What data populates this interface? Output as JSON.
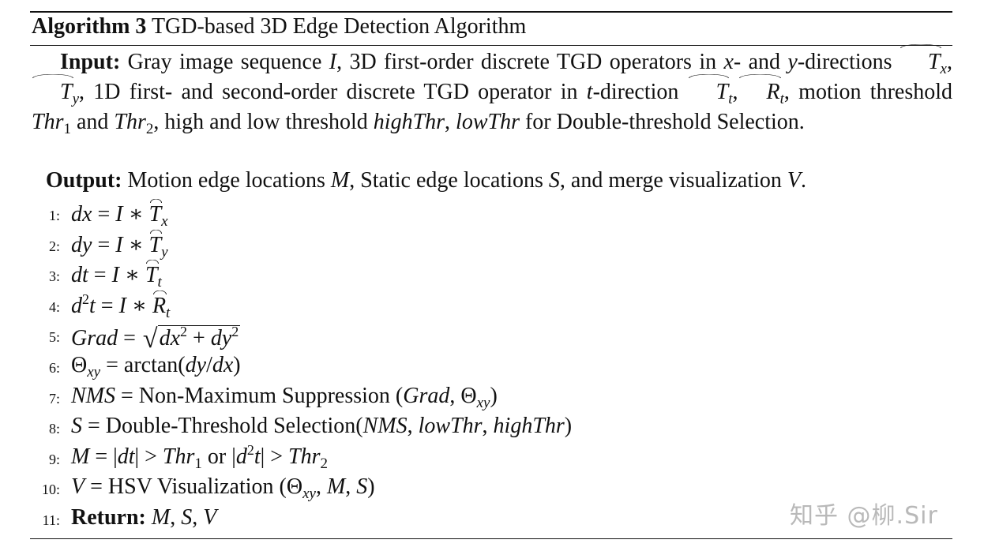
{
  "algorithm": {
    "label": "Algorithm 3",
    "title": "TGD-based 3D Edge Detection Algorithm"
  },
  "input": {
    "label": "Input:",
    "text_1": "Gray image sequence ",
    "I": "I",
    "text_2": ", 3D first-order discrete TGD operators in ",
    "x": "x",
    "text_3": "- and ",
    "y": "y",
    "text_4": "-directions ",
    "Tx": "T",
    "Tx_sub": "x",
    "Ty": "T",
    "Ty_sub": "y",
    "text_5": ", 1D first- and second-order discrete TGD operator in ",
    "t": "t",
    "text_6": "-direction ",
    "Tt": "T",
    "Tt_sub": "t",
    "Rt": "R",
    "Rt_sub": "t",
    "text_7": ", motion threshold ",
    "thr1": "Thr",
    "thr1_sub": "1",
    "text_8": " and ",
    "thr2": "Thr",
    "thr2_sub": "2",
    "text_9": ", high and low threshold ",
    "high": "highThr",
    "low": "lowThr",
    "text_10": " for Double-threshold Selection."
  },
  "output": {
    "label": "Output:",
    "text_1": "Motion edge locations ",
    "M": "M",
    "text_2": ", Static edge locations ",
    "S": "S",
    "text_3": ", and merge visualization ",
    "V": "V",
    "text_4": "."
  },
  "lines": [
    {
      "num": "1:"
    },
    {
      "num": "2:"
    },
    {
      "num": "3:"
    },
    {
      "num": "4:"
    },
    {
      "num": "5:"
    },
    {
      "num": "6:",
      "fn": "arctan"
    },
    {
      "num": "7:",
      "fn": "Non-Maximum Suppression"
    },
    {
      "num": "8:",
      "fn": "Double-Threshold Selection"
    },
    {
      "num": "9:",
      "or": "or"
    },
    {
      "num": "10:",
      "fn": "HSV Visualization"
    },
    {
      "num": "11:",
      "kw": "Return:"
    }
  ],
  "watermark": "知乎 @柳.Sir"
}
